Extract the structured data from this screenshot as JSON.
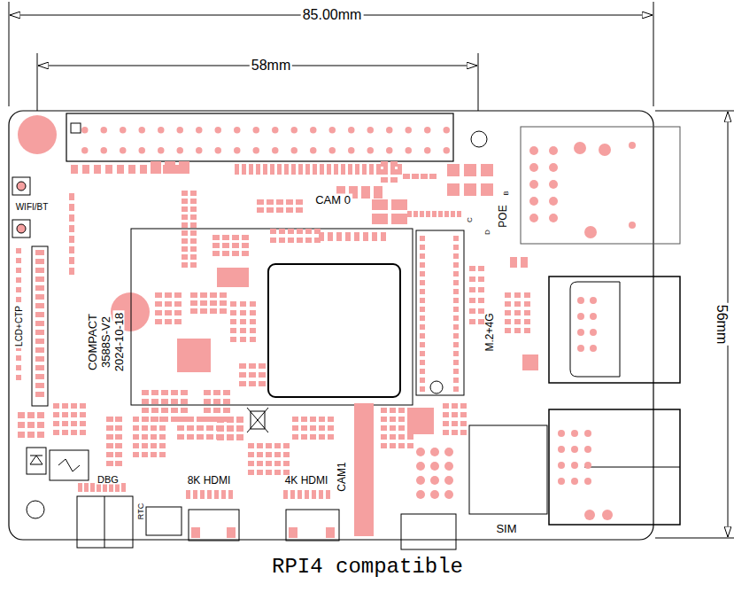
{
  "diagram": {
    "caption": "RPI4 compatible",
    "labels": [
      "85.00mm",
      "58mm",
      "56mm",
      "WIFI/BT",
      "LCD+CTP",
      "COMPACT",
      "3588S-V2",
      "2024-10-18",
      "CAM 0",
      "M.2+4G",
      "POE",
      "B",
      "C",
      "D",
      "8K HDMI",
      "4K HDMI",
      "CAM1",
      "DBG",
      "RTC",
      "SIM"
    ]
  }
}
